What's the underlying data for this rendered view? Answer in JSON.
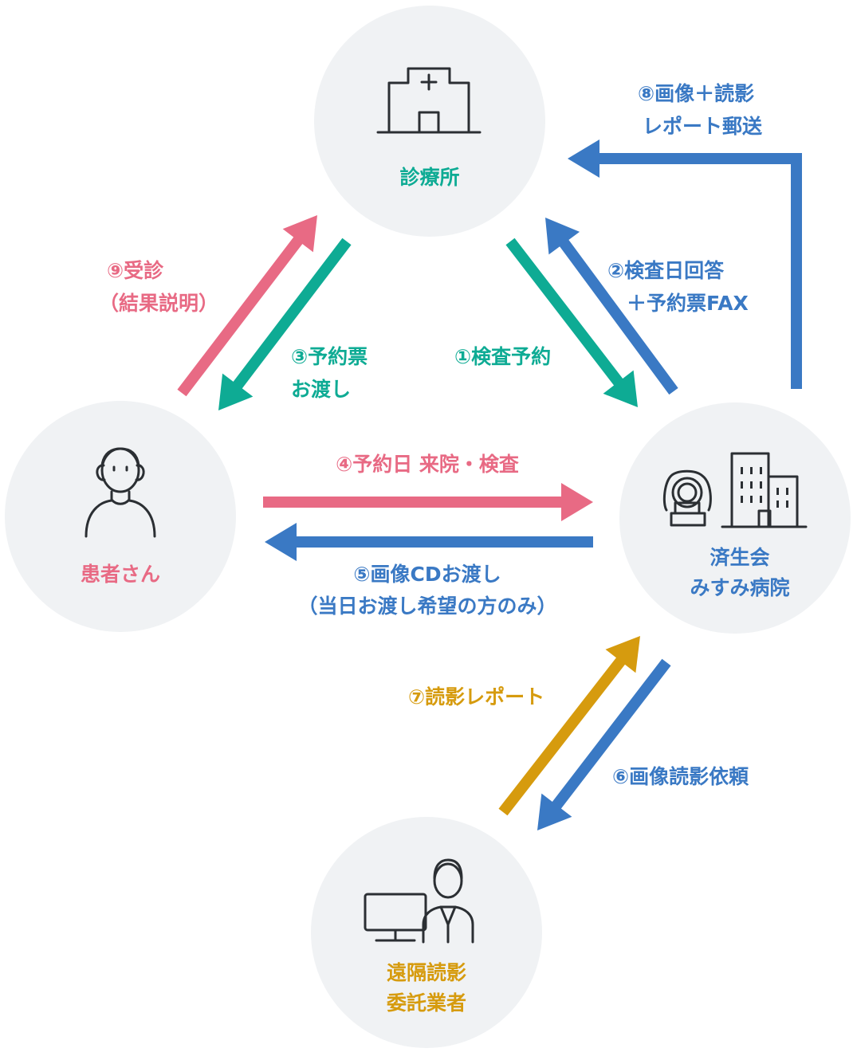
{
  "colors": {
    "green": "#0eab94",
    "pink": "#e86a84",
    "blue": "#3a79c4",
    "gold": "#d69b0e",
    "circle": "#f0f2f4",
    "icon": "#2b2f33"
  },
  "nodes": {
    "clinic": {
      "label": "診療所",
      "icon": "clinic-building-icon",
      "color": "green"
    },
    "patient": {
      "label": "患者さん",
      "icon": "person-icon",
      "color": "pink"
    },
    "hospital": {
      "label_lines": [
        "済生会",
        "みすみ病院"
      ],
      "icon": "ct-scanner-and-hospital-icon",
      "color": "blue"
    },
    "vendor": {
      "label_lines": [
        "遠隔読影",
        "委託業者"
      ],
      "icon": "doctor-at-computer-icon",
      "color": "gold"
    }
  },
  "flows": [
    {
      "step": "①",
      "lines": [
        "①検査予約"
      ],
      "from": "clinic",
      "to": "hospital",
      "color": "green"
    },
    {
      "step": "②",
      "lines": [
        "②検査日回答",
        "＋予約票FAX"
      ],
      "from": "hospital",
      "to": "clinic",
      "color": "blue"
    },
    {
      "step": "③",
      "lines": [
        "③予約票",
        "お渡し"
      ],
      "from": "clinic",
      "to": "patient",
      "color": "green"
    },
    {
      "step": "④",
      "lines": [
        "④予約日 来院・検査"
      ],
      "from": "patient",
      "to": "hospital",
      "color": "pink"
    },
    {
      "step": "⑤",
      "lines": [
        "⑤画像CDお渡し",
        "（当日お渡し希望の方のみ）"
      ],
      "from": "hospital",
      "to": "patient",
      "color": "blue"
    },
    {
      "step": "⑥",
      "lines": [
        "⑥画像読影依頼"
      ],
      "from": "hospital",
      "to": "vendor",
      "color": "blue"
    },
    {
      "step": "⑦",
      "lines": [
        "⑦読影レポート"
      ],
      "from": "vendor",
      "to": "hospital",
      "color": "gold"
    },
    {
      "step": "⑧",
      "lines": [
        "⑧画像＋読影",
        "レポート郵送"
      ],
      "from": "hospital",
      "to": "clinic",
      "color": "blue"
    },
    {
      "step": "⑨",
      "lines": [
        "⑨受診",
        "（結果説明）"
      ],
      "from": "patient",
      "to": "clinic",
      "color": "pink"
    }
  ]
}
